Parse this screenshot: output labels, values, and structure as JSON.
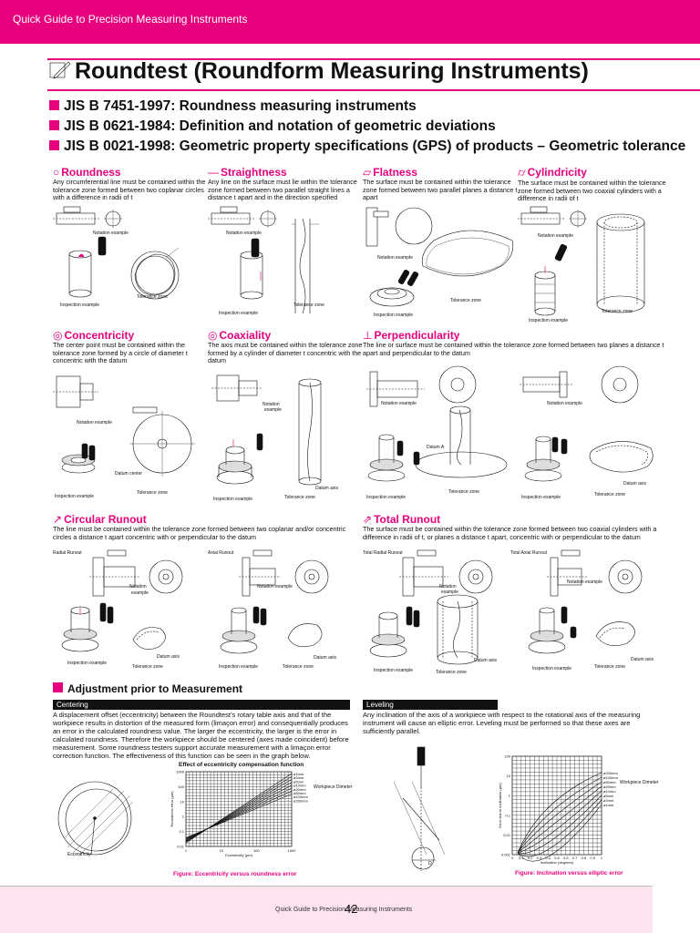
{
  "header": {
    "guide": "Quick Guide to Precision Measuring Instruments"
  },
  "title": "Roundtest (Roundform Measuring Instruments)",
  "standards": [
    "JIS B 7451-1997: Roundness measuring instruments",
    "JIS B 0621-1984: Definition and notation of geometric deviations",
    "JIS B 0021-1998: Geometric property specifications (GPS) of products – Geometric tolerance"
  ],
  "sections": {
    "roundness": {
      "title": "Roundness",
      "desc": "Any circumferential line must be contained within the tolerance zone formed between two coplanar circles with a difference in radii of t"
    },
    "straightness": {
      "title": "Straightness",
      "desc": "Any line on the surface must lie within the tolerance zone formed between two parallel straight lines a distance t apart and in the direction specified"
    },
    "flatness": {
      "title": "Flatness",
      "desc": "The surface must be contained within the tolerance zone formed between two parallel planes a distance t apart"
    },
    "cylindricity": {
      "title": "Cylindricity",
      "desc": "The surface must be contained within the tolerance zone formed between two coaxial cylinders with a difference in radii of t"
    },
    "concentricity": {
      "title": "Concentricity",
      "desc": "The center point must be contained within the tolerance zone formed by a circle of diameter t concentric with the datum"
    },
    "coaxiality": {
      "title": "Coaxiality",
      "desc": "The axis must be contained within the tolerance zone formed by a cylinder of diameter t concentric with the datum"
    },
    "perpendicularity": {
      "title": "Perpendicularity",
      "desc": "The line or surface must be contained within the tolerance zone formed between two planes a distance t apart and perpendicular to the datum"
    },
    "circular_runout": {
      "title": "Circular Runout",
      "desc": "The line must be contained within the tolerance zone formed between two coplanar and/or concentric circles a distance t apart concentric with or perpendicular to the datum"
    },
    "total_runout": {
      "title": "Total Runout",
      "desc": "The surface must be contained within the tolerance zone formed between two coaxial cylinders with a difference in radii of t, or planes a distance t apart, concentric with or perpendicular to the datum"
    }
  },
  "labels": {
    "notation": "Notation example",
    "inspection": "Inspection example",
    "tolerance": "Tolerance zone",
    "datum_axis": "Datum axis",
    "datum_center": "Datum center",
    "datum_a": "Datum A",
    "radial_runout": "Radial Runout",
    "axial_runout": "Axial Runout",
    "total_radial": "Total Radial Runout",
    "total_axial": "Total Axial Runout",
    "notation2": "Notation",
    "example": "example"
  },
  "adjustment": {
    "heading": "Adjustment prior to Measurement",
    "centering": "Centering",
    "leveling": "Leveling",
    "centering_text": "A displacement offset (eccentricity) between the Roundtest’s rotary table axis and that of the workpiece results in distortion of the measured form (limaçon error) and consequentially produces an error in the calculated roundness value. The larger the eccentricity, the larger is the error in calculated roundness. Therefore the workpiece should be centered (axes made coincident) before measurement. Some roundness testers support accurate measurement with a limaçon error correction function. The effectiveness of this function can be seen in the graph below.",
    "leveling_text": "Any inclination of the axis of a workpiece with respect to the rotational axis of the measuring instrument will cause an elliptic error. Leveling must be performed so that these axes are sufficiently parallel.",
    "eccentricity_label": "Eccentricity",
    "graph1_title": "Effect of eccentricity compensation function",
    "graph1_caption": "Figure: Eccentricity versus roundness error",
    "graph1_xlabel": "Eccentricity (µm)",
    "graph1_ylabel": "Roundness error (µm)",
    "graph1_y": [
      "1000",
      "100",
      "10",
      "1",
      "0.1",
      "0.01"
    ],
    "graph1_x": [
      "1",
      "10",
      "100",
      "1000"
    ],
    "graph1_series": [
      "ø1mm",
      "ø2mm",
      "ø5mm",
      "ø10mm",
      "ø20mm",
      "ø50mm",
      "ø100mm",
      "ø200mm"
    ],
    "graph2_caption": "Figure: Inclination versus elliptic error",
    "graph2_xlabel": "Inclination (degrees)",
    "graph2_ylabel": "Error due to inclination (µm)",
    "graph2_y": [
      "100",
      "10",
      "1",
      "0.1",
      "0.01",
      "0.001"
    ],
    "graph2_x": [
      "0",
      "0.1",
      "0.2",
      "0.3",
      "0.4",
      "0.5",
      "0.6",
      "0.7",
      "0.8",
      "0.9",
      "1"
    ],
    "graph2_series": [
      "ø200mm",
      "ø100mm",
      "ø50mm",
      "ø20mm",
      "ø10mm",
      "ø5mm",
      "ø2mm",
      "ø1mm"
    ],
    "workpiece_diameter": "Workpiece Dimeter"
  },
  "footer": {
    "text": "Quick Guide to Precision Measuring Instruments",
    "page": "42"
  }
}
